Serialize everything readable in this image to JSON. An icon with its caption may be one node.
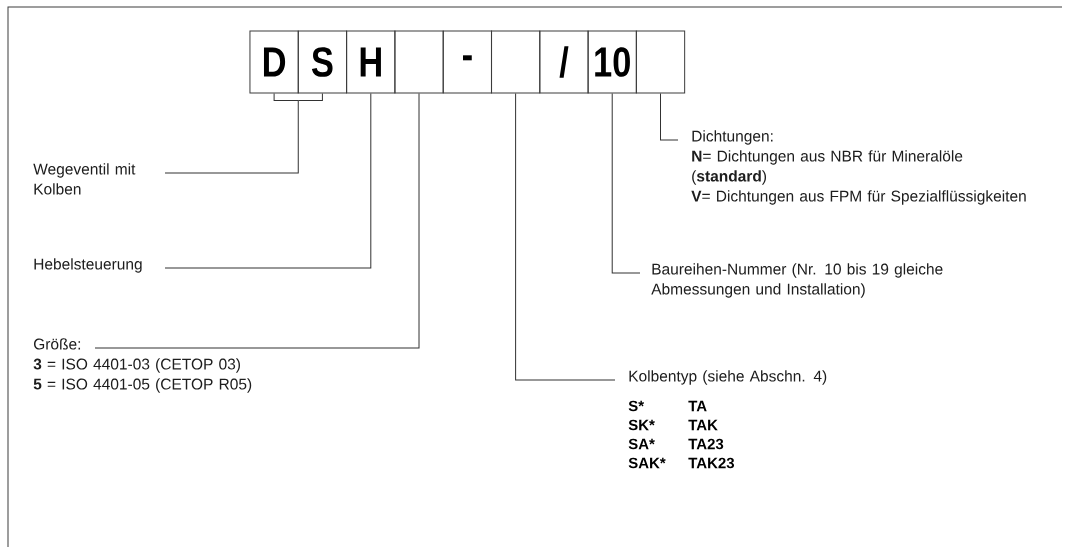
{
  "diagram": {
    "nodes": [
      {
        "text": [
          "D"
        ]
      },
      {
        "text": [
          "S"
        ]
      },
      {
        "text": [
          "H"
        ]
      },
      {
        "text": [],
        "shape": "box"
      },
      {
        "text": [
          "-"
        ]
      },
      {
        "text": [],
        "shape": "box"
      },
      {
        "text": [
          "/"
        ]
      },
      {
        "text": [
          "10"
        ]
      },
      {
        "text": [],
        "shape": "box"
      },
      {
        "text": [
          "Wegeventil mit Kolben"
        ]
      },
      {
        "text": [
          "Hebelsteuerung"
        ]
      },
      {
        "text": [
          "Größe:",
          "**3** = ISO 4401-03 (CETOP 03)",
          "**5** = ISO 4401-05 (CETOP R05)"
        ]
      },
      {
        "text": [
          "Kolbentyp (siehe Abschn. 4)"
        ]
      },
      {
        "text": [
          "Baureihen-Nummer (Nr. 10 bis 19 gleiche Abmessungen und Installation)"
        ]
      },
      {
        "text": [
          "Dichtungen:",
          "**N**= Dichtungen aus NBR für Mineralöle (**standard**)",
          "**V**= Dichtungen aus FPM für Spezialflüssigkeiten"
        ]
      }
    ],
    "edges": [
      {
        "from": 9,
        "to": 0,
        "arrow": "none"
      },
      {
        "from": 9,
        "to": 1,
        "arrow": "none"
      },
      {
        "from": 10,
        "to": 2,
        "arrow": "none"
      },
      {
        "from": 11,
        "to": 3,
        "arrow": "none"
      },
      {
        "from": 12,
        "to": 5,
        "arrow": "none"
      },
      {
        "from": 13,
        "to": 7,
        "arrow": "none"
      },
      {
        "from": 14,
        "to": 8,
        "arrow": "none"
      }
    ],
    "labels": [
      "S*",
      "TA",
      "SK*",
      "TAK",
      "SA*",
      "TA23",
      "SAK*",
      "TAK23"
    ]
  }
}
